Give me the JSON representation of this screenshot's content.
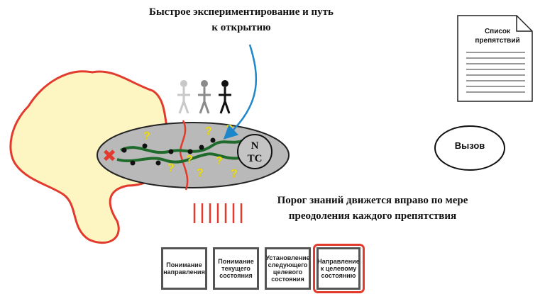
{
  "title_top": "Быстрое экспериментирование и путь к открытию",
  "obstacles_doc": {
    "title": "Список препятствий",
    "icon": "document-icon"
  },
  "challenge": {
    "label": "Вызов"
  },
  "target_condition": {
    "letter_top": "N",
    "letter_bottom": "TC"
  },
  "unknowns_marker": "?",
  "start_marker": "✖",
  "caption_mid": "Порог знаний движется вправо по мере преодоления каждого препятствия",
  "steps": [
    {
      "label": "Понимание направления"
    },
    {
      "label": "Понимание текущего состояния"
    },
    {
      "label": "Установление следующего целевого состояния"
    },
    {
      "label": "Направление к целевому состоянию"
    }
  ],
  "colors": {
    "known_area_fill": "#fdf6c3",
    "threshold_red": "#e23b2e",
    "path_green": "#1e6b2b",
    "question_yellow": "#f4e41f",
    "arrow_blue": "#1d87c9",
    "ellipse_fill": "#b9b9b9"
  }
}
